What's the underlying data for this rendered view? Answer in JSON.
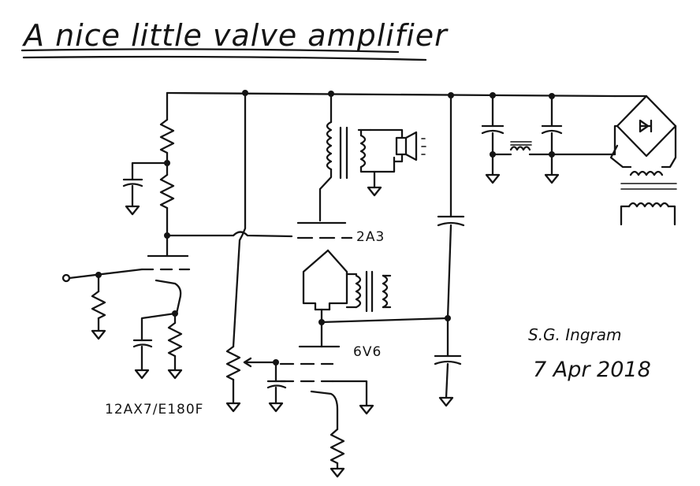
{
  "title": "A nice little valve amplifier",
  "labels": {
    "preamp_tube": "12AX7/E180F",
    "driver_tube": "6V6",
    "output_tube": "2A3"
  },
  "signature": {
    "name": "S.G. Ingram",
    "date": "7 Apr 2018"
  }
}
